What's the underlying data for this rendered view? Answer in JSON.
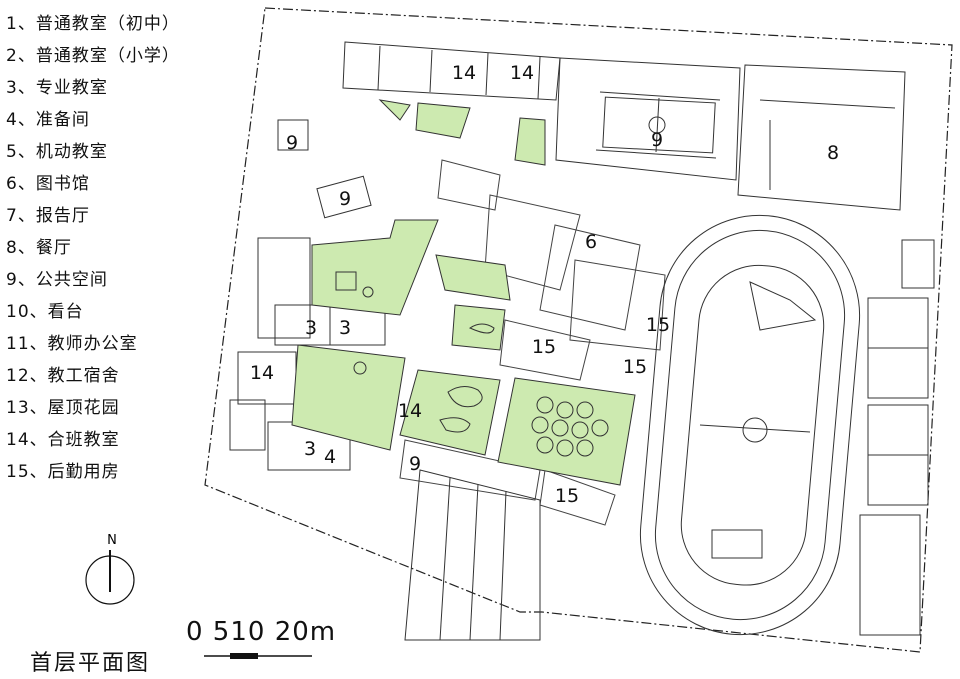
{
  "legend": [
    "1、普通教室（初中）",
    "2、普通教室（小学）",
    "3、专业教室",
    "4、准备间",
    "5、机动教室",
    "6、图书馆",
    "7、报告厅",
    "8、餐厅",
    "9、公共空间",
    "10、看台",
    "11、教师办公室",
    "12、教工宿舍",
    "13、屋顶花园",
    "14、合班教室",
    "15、后勤用房"
  ],
  "north_label": "N",
  "scale_text": "0 510 20m",
  "title": "首层平面图",
  "labels": {
    "r14a": "14",
    "r14b": "14",
    "r9a": "9",
    "r9b": "9",
    "r9c": "9",
    "r9d": "9",
    "r8": "8",
    "r6": "6",
    "r3a": "3",
    "r3b": "3",
    "r3c": "3",
    "r4": "4",
    "r14c": "14",
    "r14d": "14",
    "r15a": "15",
    "r15b": "15",
    "r15c": "15",
    "r15d": "15"
  },
  "colors": {
    "green_space": "#cdeab0",
    "line": "#222222",
    "paper": "#ffffff"
  }
}
